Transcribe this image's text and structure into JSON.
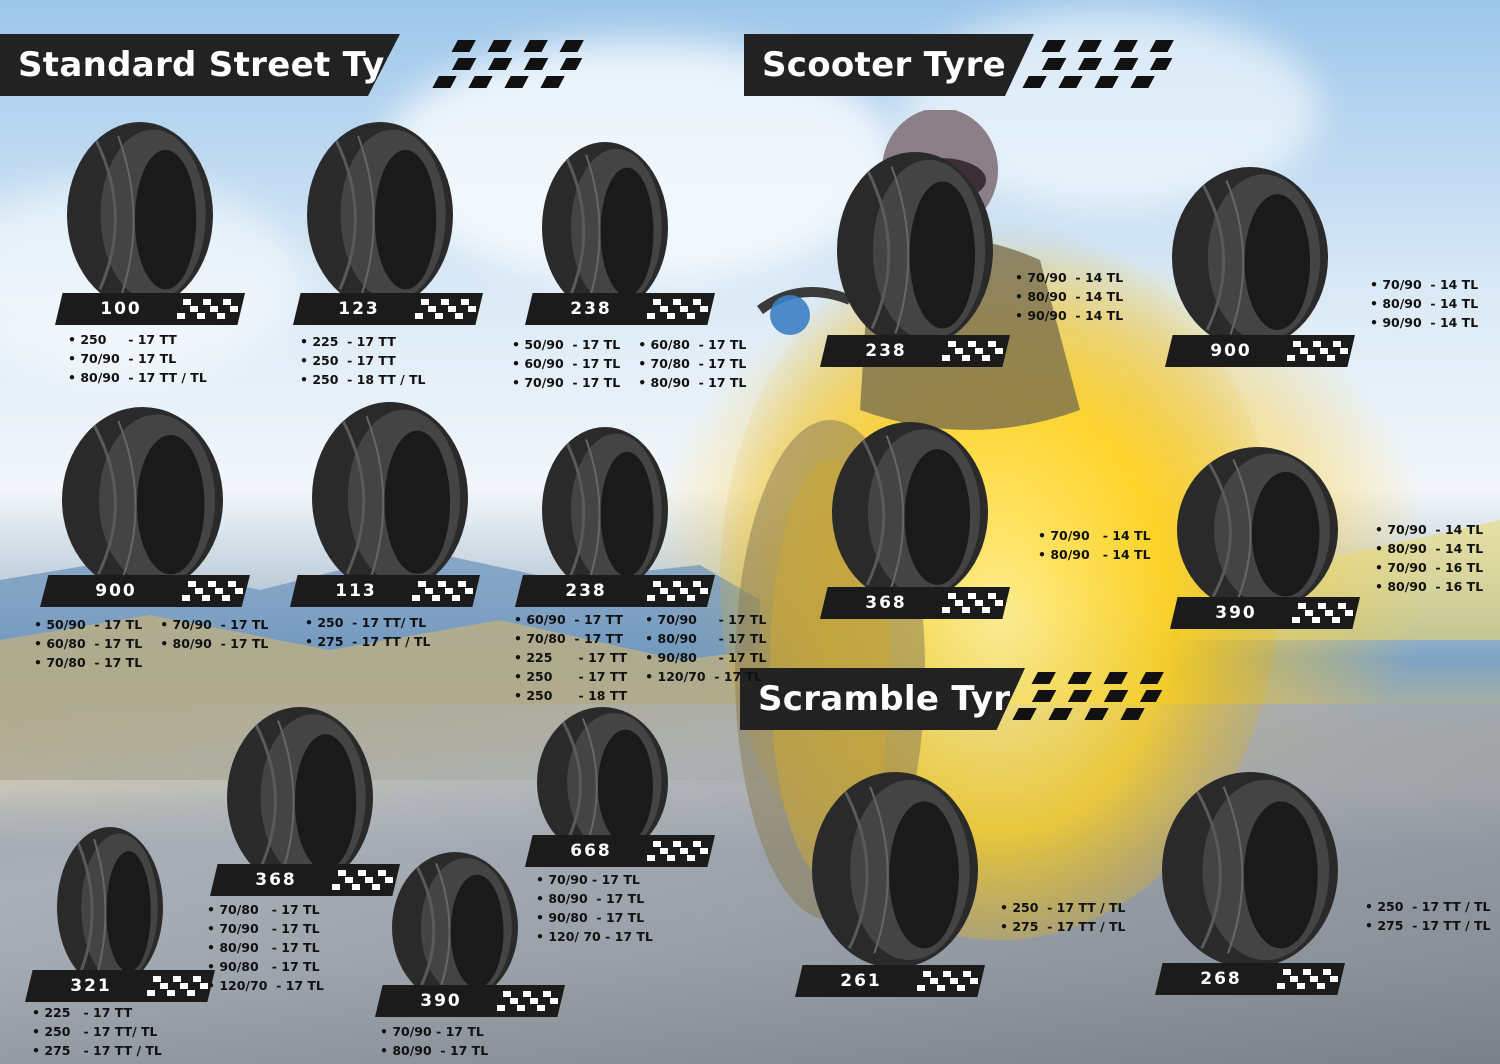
{
  "sections": {
    "standard": "Standard Street Tyre",
    "scooter": "Scooter Tyre",
    "scramble": "Scramble Tyre"
  },
  "tyres": [
    {
      "model": "100",
      "sizes": [
        "• 250     - 17 TT",
        "• 70/90  - 17 TL",
        "• 80/90  - 17 TT / TL"
      ]
    },
    {
      "model": "123",
      "sizes": [
        "• 225  - 17 TT",
        "• 250  - 17 TT",
        "• 250  - 18 TT / TL"
      ]
    },
    {
      "model": "238",
      "sizes": [
        "• 50/90  - 17 TL",
        "• 60/90  - 17 TL",
        "• 70/90  - 17 TL",
        "• 60/80  - 17 TL",
        "• 70/80  - 17 TL",
        "• 80/90  - 17 TL"
      ]
    },
    {
      "model": "900",
      "sizes": [
        "• 50/90  - 17 TL",
        "• 60/80  - 17 TL",
        "• 70/80  - 17 TL",
        "• 70/90  - 17 TL",
        "• 80/90  - 17 TL"
      ]
    },
    {
      "model": "113",
      "sizes": [
        "• 250  - 17 TT/ TL",
        "• 275  - 17 TT / TL"
      ]
    },
    {
      "model": "238",
      "sizes": [
        "• 60/90  - 17 TT",
        "• 70/80  - 17 TT",
        "• 225      - 17 TT",
        "• 250      - 17 TT",
        "• 250      - 18 TT",
        "• 70/90     - 17 TL",
        "• 80/90     - 17 TL",
        "• 90/80     - 17 TL",
        "• 120/70  - 17 TL"
      ]
    },
    {
      "model": "368",
      "sizes": [
        "• 70/80   - 17 TL",
        "• 70/90   - 17 TL",
        "• 80/90   - 17 TL",
        "• 90/80   - 17 TL",
        "• 120/70  - 17 TL"
      ]
    },
    {
      "model": "668",
      "sizes": [
        "• 70/90 - 17 TL",
        "• 80/90  - 17 TL",
        "• 90/80  - 17 TL",
        "• 120/ 70 - 17 TL"
      ]
    },
    {
      "model": "321",
      "sizes": [
        "• 225   - 17 TT",
        "• 250   - 17 TT/ TL",
        "• 275   - 17 TT / TL"
      ]
    },
    {
      "model": "390",
      "sizes": [
        "• 70/90 - 17 TL",
        "• 80/90  - 17 TL"
      ]
    },
    {
      "model": "238",
      "sizes": [
        "• 70/90  - 14 TL",
        "• 80/90  - 14 TL",
        "• 90/90  - 14 TL"
      ]
    },
    {
      "model": "900",
      "sizes": [
        "• 70/90  - 14 TL",
        "• 80/90  - 14 TL",
        "• 90/90  - 14 TL"
      ]
    },
    {
      "model": "368",
      "sizes": [
        "• 70/90   - 14 TL",
        "• 80/90   - 14 TL"
      ]
    },
    {
      "model": "390",
      "sizes": [
        "• 70/90  - 14 TL",
        "• 80/90  - 14 TL",
        "• 70/90  - 16 TL",
        "• 80/90  - 16 TL"
      ]
    },
    {
      "model": "261",
      "sizes": [
        "• 250  - 17 TT / TL",
        "• 275  - 17 TT / TL"
      ]
    },
    {
      "model": "268",
      "sizes": [
        "• 250  - 17 TT / TL",
        "• 275  - 17 TT / TL"
      ]
    }
  ],
  "colors": {
    "label_bg": "#1b1b1b",
    "heading_bg": "#222222",
    "accent_yellow": "#ffd21a",
    "accent_blue": "#1e73c8"
  },
  "icons": [
    "checkered-flag-icon"
  ]
}
